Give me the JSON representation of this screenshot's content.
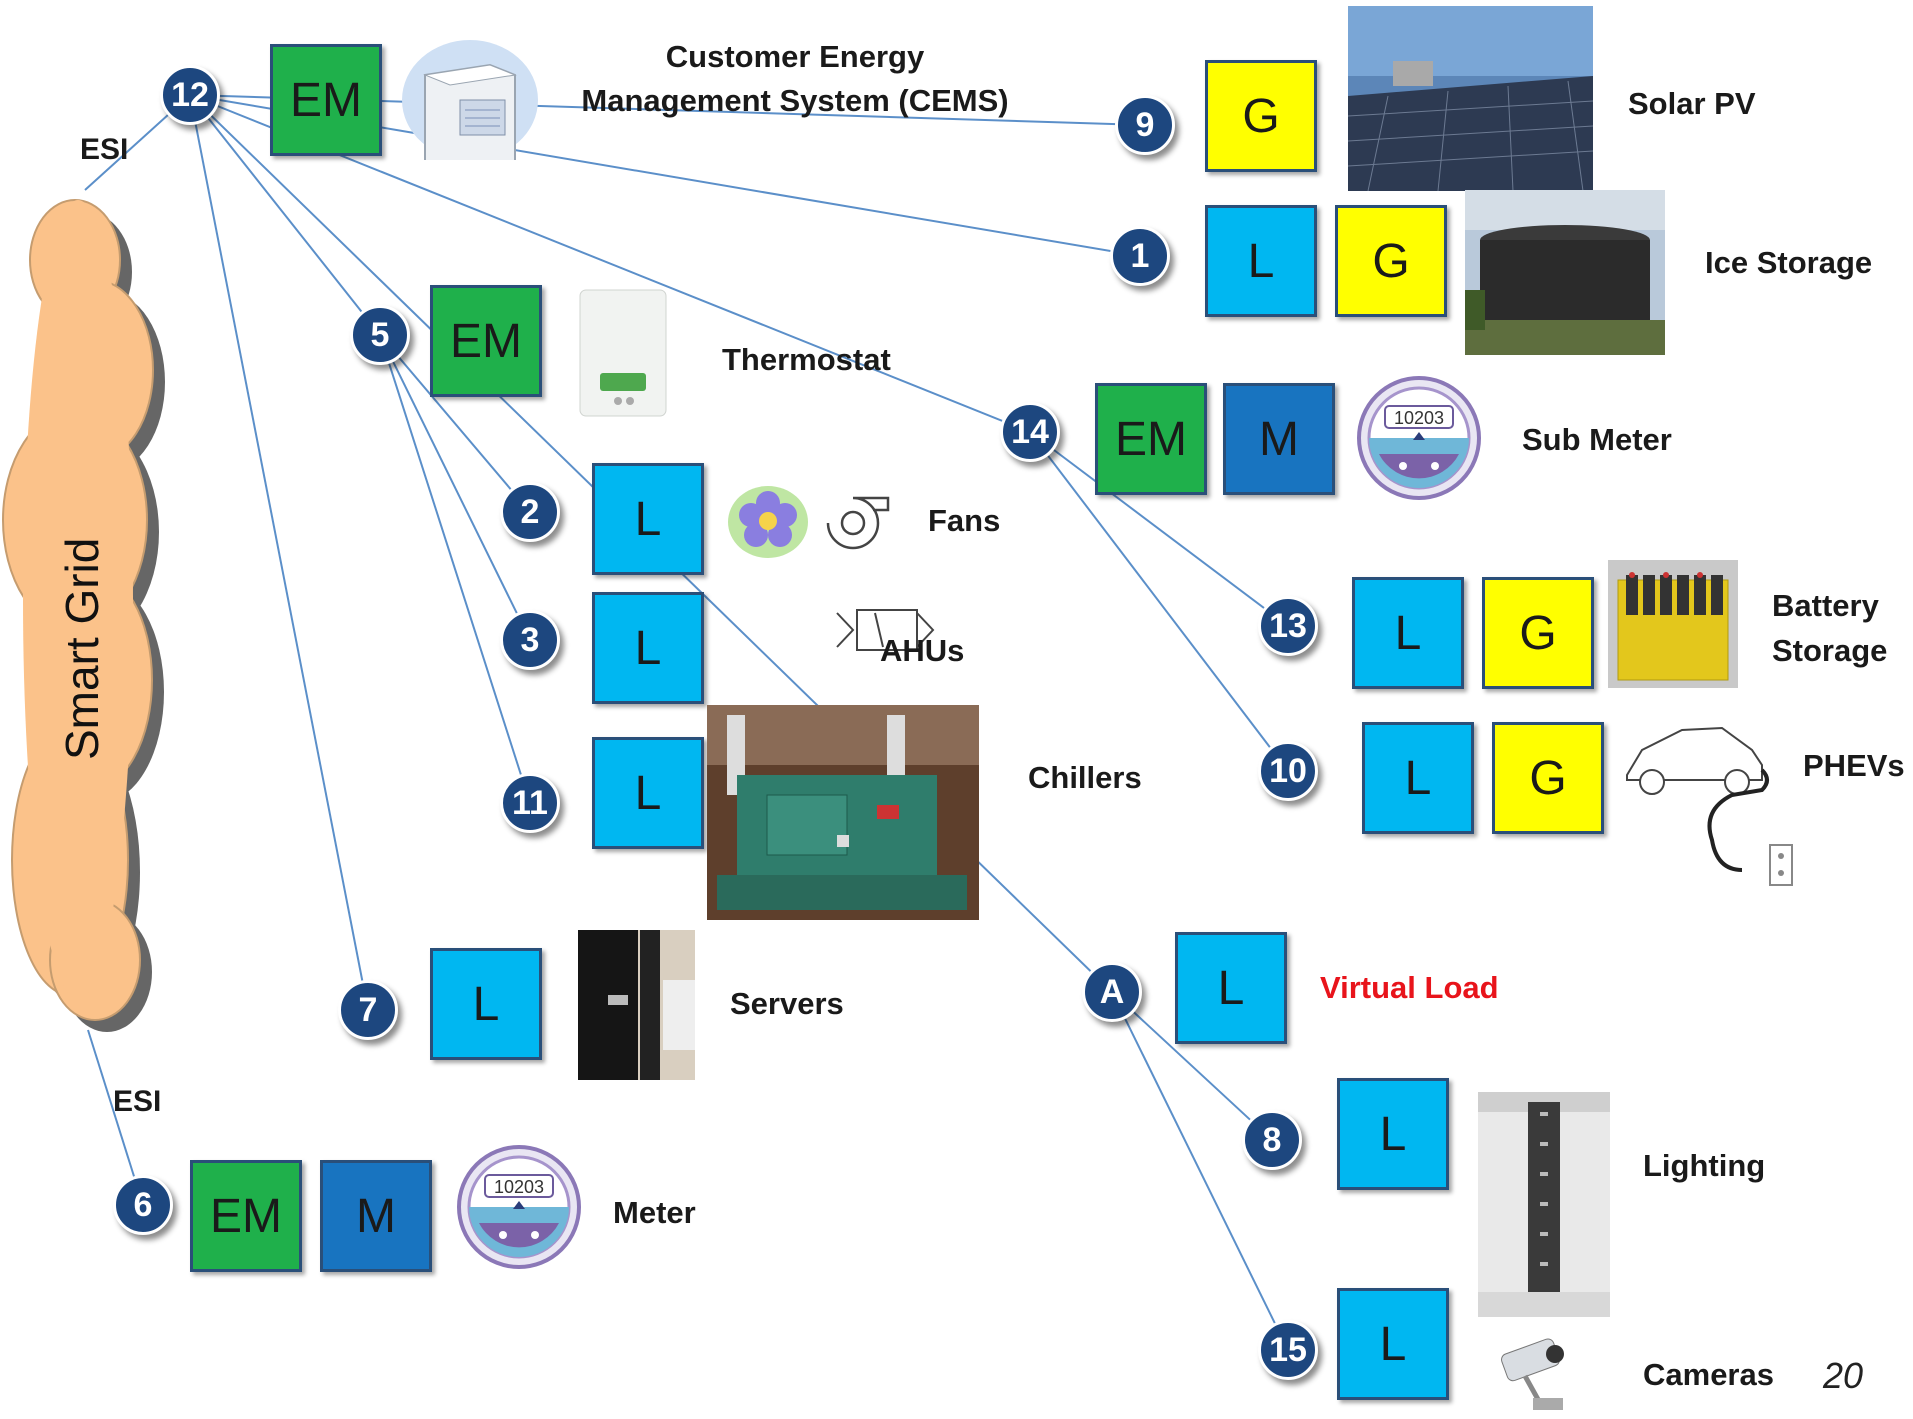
{
  "cloud": {
    "label": "Smart Grid",
    "esi_top": "ESI",
    "esi_bottom": "ESI"
  },
  "title": {
    "line1": "Customer Energy",
    "line2": "Management System (CEMS)"
  },
  "nodes": {
    "n12": "12",
    "n9": "9",
    "n1": "1",
    "n5": "5",
    "n14": "14",
    "n2": "2",
    "n3": "3",
    "n11": "11",
    "n13": "13",
    "n10": "10",
    "n7": "7",
    "nA": "A",
    "n8": "8",
    "n6": "6",
    "n15": "15"
  },
  "boxes": {
    "cems_em": "EM",
    "solar_g": "G",
    "ice_l": "L",
    "ice_g": "G",
    "thermo_em": "EM",
    "sub_em": "EM",
    "sub_m": "M",
    "fans_l": "L",
    "ahus_l": "L",
    "chillers_l": "L",
    "battery_l": "L",
    "battery_g": "G",
    "phev_l": "L",
    "phev_g": "G",
    "servers_l": "L",
    "virtual_l": "L",
    "lighting_l": "L",
    "meter_em": "EM",
    "meter_m": "M",
    "cameras_l": "L"
  },
  "labels": {
    "solar": "Solar PV",
    "ice": "Ice Storage",
    "thermostat": "Thermostat",
    "submeter": "Sub Meter",
    "fans": "Fans",
    "ahus": "AHUs",
    "chillers": "Chillers",
    "battery1": "Battery",
    "battery2": "Storage",
    "phevs": "PHEVs",
    "servers": "Servers",
    "virtual": "Virtual Load",
    "lighting": "Lighting",
    "meter": "Meter",
    "cameras": "Cameras"
  },
  "meter_display": {
    "sub": "10203",
    "main": "10203"
  },
  "page_number": "20",
  "colors": {
    "em": "#1fb04b",
    "m": "#1874c0",
    "l": "#00b7f1",
    "g": "#ffff00",
    "node": "#1d477f",
    "cloud": "#fbc28a",
    "line": "#5b8fc9",
    "virtual_label": "#e8141b"
  }
}
